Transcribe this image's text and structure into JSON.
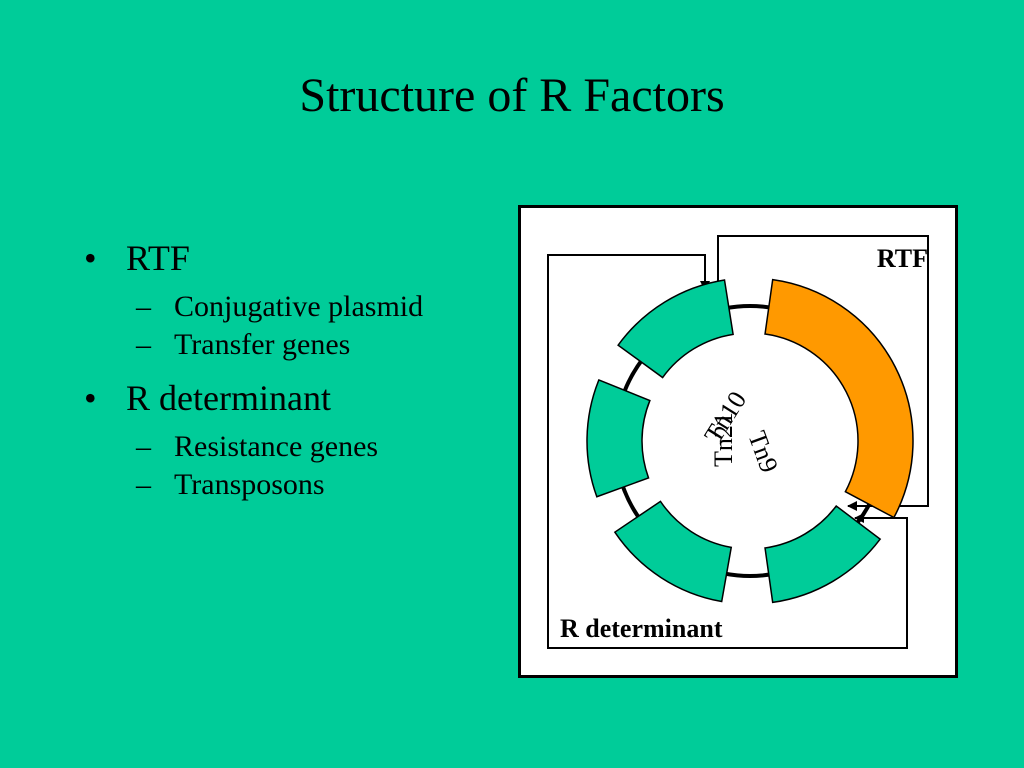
{
  "slide": {
    "title": "Structure of R Factors"
  },
  "bullets": [
    {
      "text": "RTF",
      "sub": [
        "Conjugative plasmid",
        "Transfer genes"
      ]
    },
    {
      "text": "R determinant",
      "sub": [
        "Resistance genes",
        "Transposons"
      ]
    }
  ],
  "diagram": {
    "rtf_label": "RTF",
    "rdet_label": "R determinant",
    "center_labels": [
      "Tn10",
      "Tn9",
      "Tn21"
    ],
    "colors": {
      "background": "#00CC99",
      "rtf_segment": "#FF9900",
      "transposon_segment": "#00CC99",
      "box": "#FFFFFF",
      "line": "#000000"
    }
  }
}
